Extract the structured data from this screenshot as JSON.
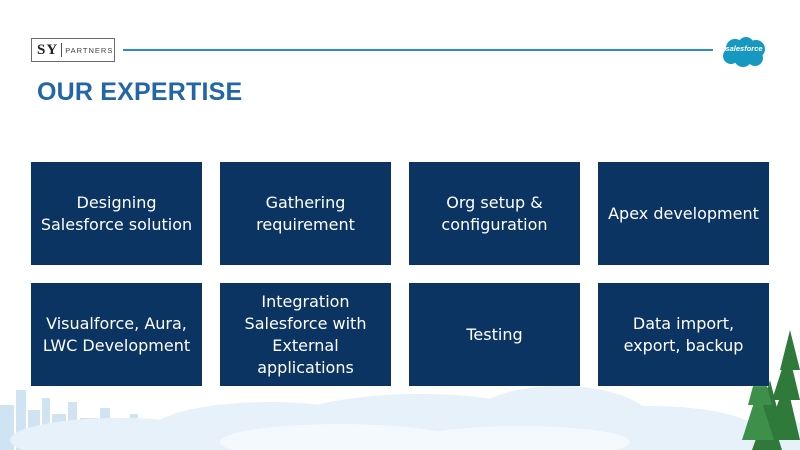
{
  "header": {
    "logo_sy": "SY",
    "logo_partners": "PARTNERS",
    "salesforce_logo_text": "salesforce"
  },
  "title": "OUR EXPERTISE",
  "expertise": [
    {
      "label": "Designing\nSalesforce solution"
    },
    {
      "label": "Gathering\nrequirement"
    },
    {
      "label": "Org setup &\nconfiguration"
    },
    {
      "label": "Apex development"
    },
    {
      "label": "Visualforce, Aura,\nLWC Development"
    },
    {
      "label": "Integration\nSalesforce with\nExternal\napplications"
    },
    {
      "label": "Testing"
    },
    {
      "label": "Data import,\nexport, backup"
    }
  ],
  "colors": {
    "title": "#2366a8",
    "card_bg": "#0b3462",
    "rule": "#2d8ad1",
    "salesforce_blue": "#1798c1"
  }
}
